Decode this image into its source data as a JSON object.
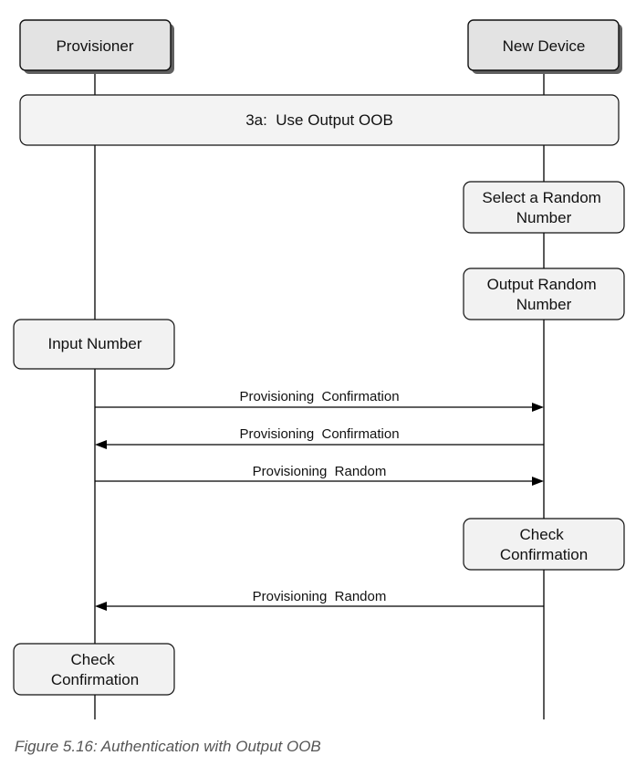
{
  "diagram": {
    "participants": {
      "provisioner": "Provisioner",
      "new_device": "New Device"
    },
    "banner": "3a:  Use Output OOB",
    "notes": {
      "select_random": [
        "Select a Random",
        "Number"
      ],
      "output_random": [
        "Output Random",
        "Number"
      ],
      "input_number": [
        "Input Number"
      ],
      "check_confirmation_device": [
        "Check",
        "Confirmation"
      ],
      "check_confirmation_provisioner": [
        "Check",
        "Confirmation"
      ]
    },
    "messages": [
      {
        "label": "Provisioning  Confirmation",
        "from": "provisioner",
        "to": "new_device"
      },
      {
        "label": "Provisioning  Confirmation",
        "from": "new_device",
        "to": "provisioner"
      },
      {
        "label": "Provisioning  Random",
        "from": "provisioner",
        "to": "new_device"
      },
      {
        "label": "Provisioning  Random",
        "from": "new_device",
        "to": "provisioner"
      }
    ]
  },
  "caption": "Figure 5.16: Authentication with Output OOB"
}
